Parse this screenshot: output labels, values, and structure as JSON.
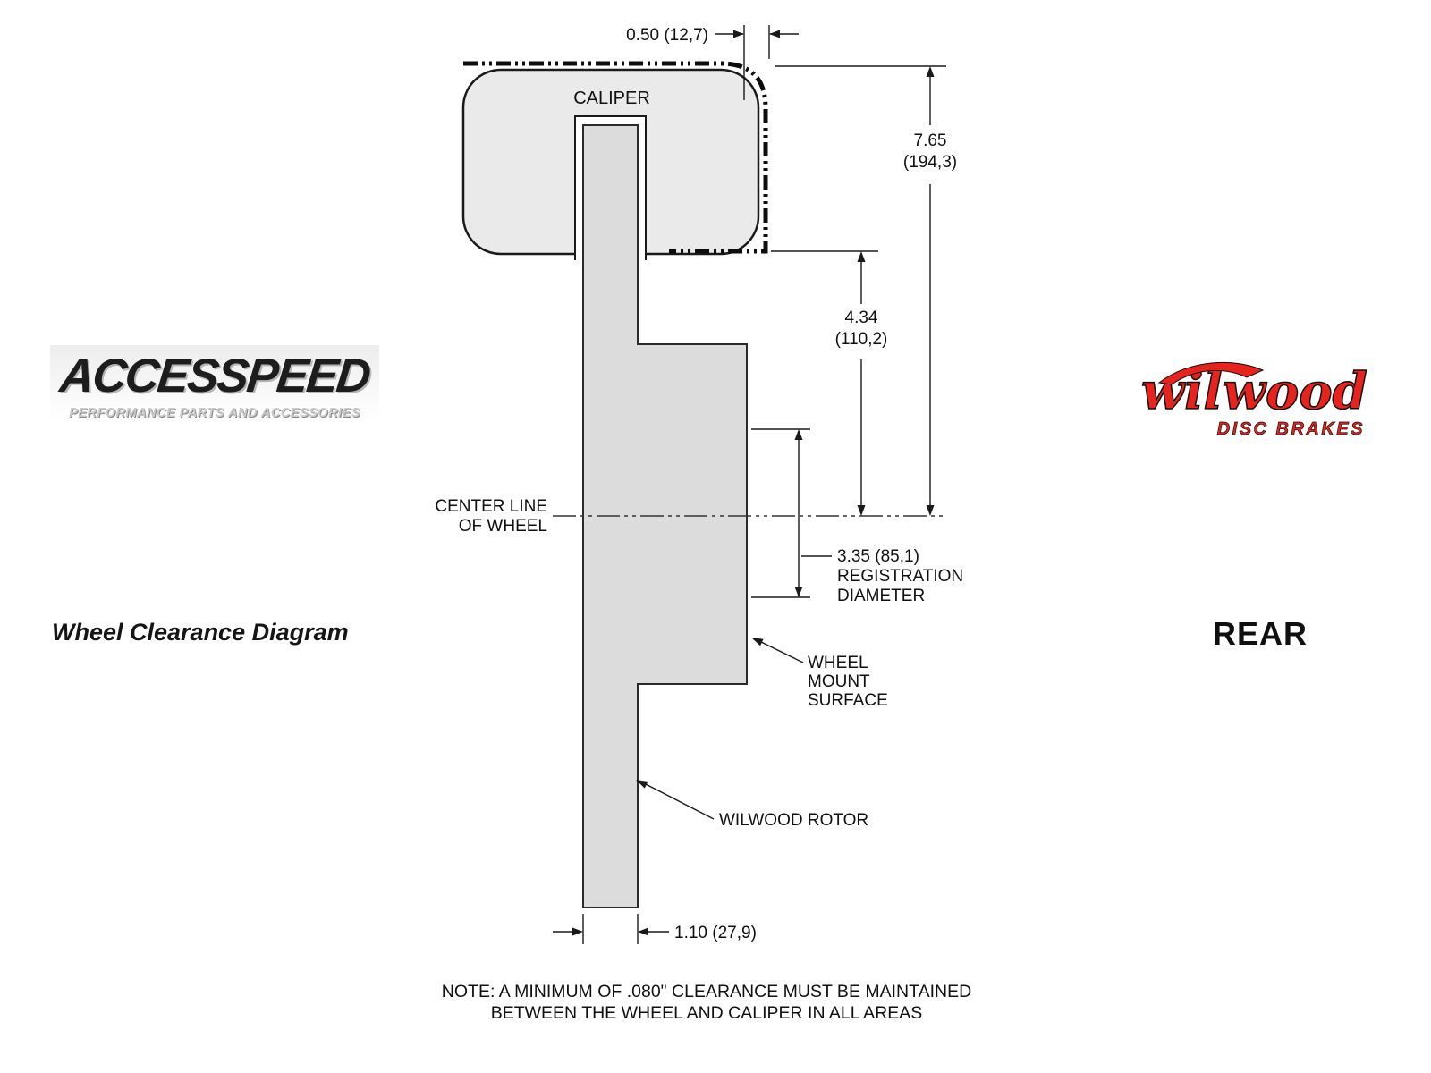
{
  "branding": {
    "accesspeed": {
      "name": "ACCESSPEED",
      "tagline": "PERFORMANCE PARTS AND ACCESSORIES"
    },
    "wilwood": {
      "name": "wilwood",
      "tagline": "DISC BRAKES"
    },
    "diagram_title": "Wheel Clearance Diagram",
    "position_label": "REAR"
  },
  "diagram": {
    "labels": {
      "caliper": "CALIPER",
      "center_line": [
        "CENTER LINE",
        "OF WHEEL"
      ],
      "wheel_mount": [
        "WHEEL",
        "MOUNT",
        "SURFACE"
      ],
      "rotor": "WILWOOD ROTOR"
    },
    "dimensions": {
      "caliper_overhang": "0.50 (12,7)",
      "caliper_height": [
        "7.65",
        "(194,3)"
      ],
      "mount_to_center": [
        "4.34",
        "(110,2)"
      ],
      "registration": [
        "3.35 (85,1)",
        "REGISTRATION",
        "DIAMETER"
      ],
      "rotor_thickness": "1.10 (27,9)"
    },
    "note": [
      "NOTE: A MINIMUM OF .080\" CLEARANCE MUST BE MAINTAINED",
      "BETWEEN THE WHEEL AND CALIPER IN ALL AREAS"
    ],
    "colors": {
      "wilwood_red": "#E8221C",
      "caliper_fill": "#EAEAEA",
      "rotor_fill": "#DCDCDC",
      "line_black": "#111111"
    }
  }
}
